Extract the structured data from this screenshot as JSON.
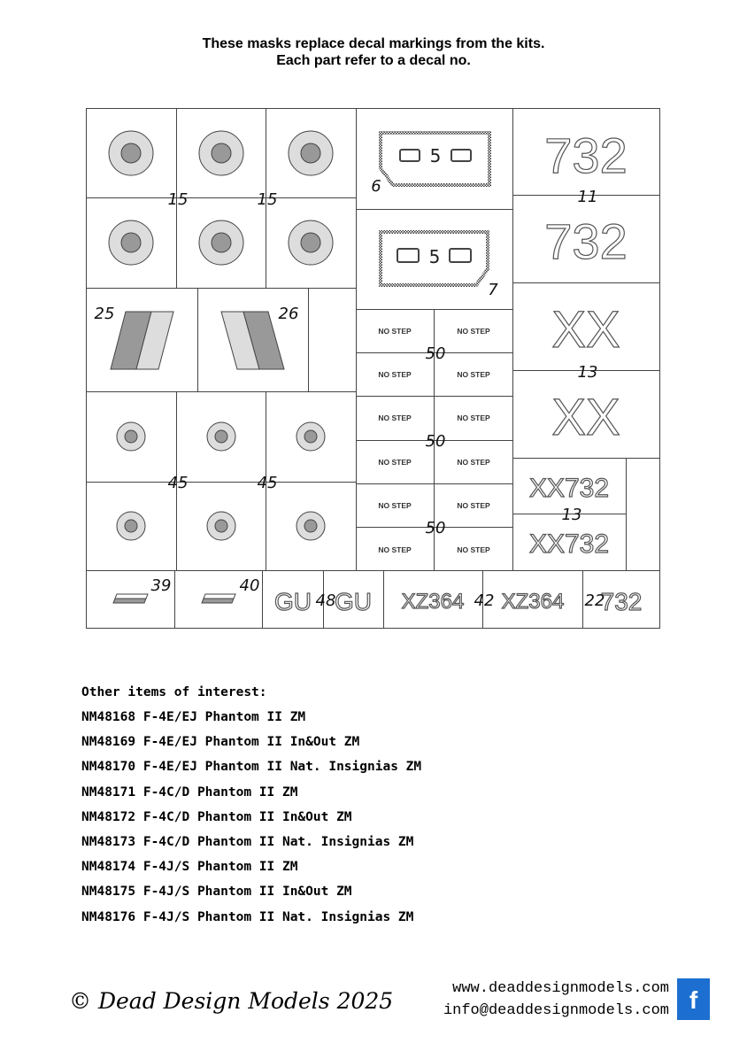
{
  "header": {
    "line1": "These masks replace decal markings from the kits.",
    "line2": "Each part refer to a decal no."
  },
  "sheet": {
    "numbers": {
      "n15": "15",
      "n6": "6",
      "n7": "7",
      "n11": "11",
      "n13": "13",
      "n25": "25",
      "n26": "26",
      "n50": "50",
      "n45": "45",
      "n39": "39",
      "n40": "40",
      "n48": "48",
      "n42": "42",
      "n22": "22"
    },
    "markings": {
      "code_732": "732",
      "code_xx": "XX",
      "code_xx732": "XX732",
      "code_gu": "GU",
      "code_xz364": "XZ364",
      "no_step": "NO STEP",
      "code_5": "5"
    }
  },
  "other_items": {
    "title": "Other items of interest:",
    "items": [
      "NM48168 F-4E/EJ Phantom II ZM",
      "NM48169 F-4E/EJ Phantom II In&Out ZM",
      "NM48170 F-4E/EJ Phantom II Nat. Insignias ZM",
      "NM48171 F-4C/D Phantom II ZM",
      "NM48172 F-4C/D Phantom II In&Out ZM",
      "NM48173 F-4C/D Phantom II Nat. Insignias ZM",
      "NM48174 F-4J/S Phantom II ZM",
      "NM48175 F-4J/S Phantom II In&Out ZM",
      "NM48176 F-4J/S Phantom II Nat. Insignias ZM"
    ]
  },
  "footer": {
    "copyright": "© Dead Design Models 2025",
    "website": "www.deaddesignmodels.com",
    "email": "info@deaddesignmodels.com",
    "facebook_icon": "facebook-icon",
    "facebook_glyph": "f"
  }
}
